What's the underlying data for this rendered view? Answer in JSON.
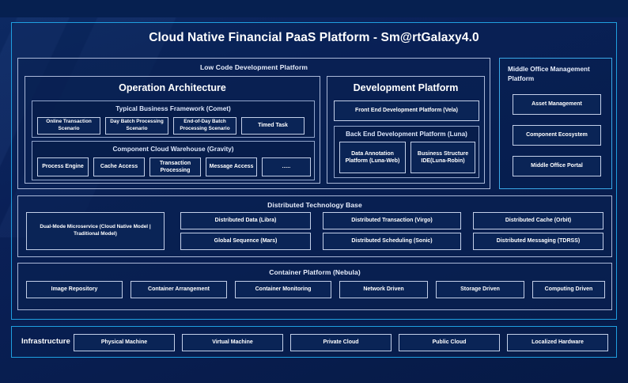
{
  "page": {
    "title": "Cloud Native Financial PaaS Platform - Sm@rtGalaxy4.0",
    "accent_color": "#1f9fe0",
    "background_color": "#0a2050",
    "box_border_color": "#c3cfe8"
  },
  "low_code": {
    "title": "Low Code Development Platform",
    "operation_architecture": {
      "heading": "Operation Architecture",
      "business_framework": {
        "title": "Typical Business Framework (Comet)",
        "items": [
          "Online Transaction Scenario",
          "Day Batch Processing Scenario",
          "End-of-Day Batch Processing Scenario",
          "Timed Task"
        ]
      },
      "component_warehouse": {
        "title": "Component Cloud Warehouse (Gravity)",
        "items": [
          "Process Engine",
          "Cache Access",
          "Transaction Processing",
          "Message Access",
          "......"
        ]
      }
    },
    "development_platform": {
      "heading": "Development Platform",
      "front_end": "Front End Development Platform (Vela)",
      "back_end": {
        "title": "Back End Development Platform (Luna)",
        "items": [
          "Data Annotation Platform (Luna-Web)",
          "Business Structure IDE(Luna-Robin)"
        ]
      }
    }
  },
  "middle_office": {
    "title": "Middle Office Management Platform",
    "items": [
      "Asset Management",
      "Component Ecosystem",
      "Middle Office Portal"
    ]
  },
  "distributed_technology_base": {
    "title": "Distributed Technology Base",
    "primary": "Dual-Mode Microservice (Cloud Native Model | Traditional Model)",
    "items_row1": [
      "Distributed Data (Libra)",
      "Distributed Transaction (Virgo)",
      "Distributed Cache (Orbit)"
    ],
    "items_row2": [
      "Global Sequence (Mars)",
      "Distributed Scheduling (Sonic)",
      "Distributed Messaging (TDRSS)"
    ]
  },
  "container_platform": {
    "title": "Container Platform (Nebula)",
    "items": [
      "Image Repository",
      "Container Arrangement",
      "Container Monitoring",
      "Network Driven",
      "Storage Driven",
      "Computing Driven"
    ]
  },
  "infrastructure": {
    "label": "Infrastructure",
    "items": [
      "Physical Machine",
      "Virtual Machine",
      "Private Cloud",
      "Public Cloud",
      "Localized Hardware"
    ]
  }
}
